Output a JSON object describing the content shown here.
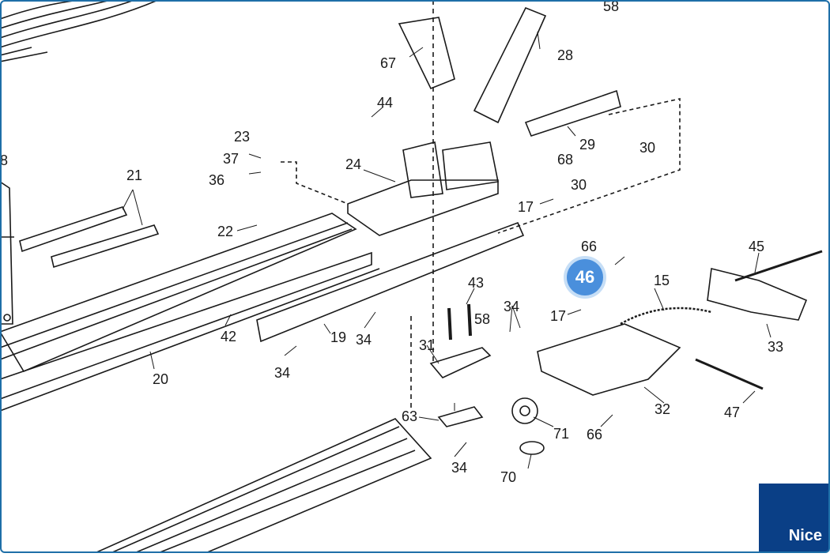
{
  "diagram": {
    "labels": [
      "58",
      "28",
      "67",
      "44",
      "29",
      "30",
      "23",
      "37",
      "24",
      "68",
      "30",
      "36",
      "21",
      "22",
      "17",
      "66",
      "45",
      "46",
      "15",
      "43",
      "34",
      "58",
      "17",
      "42",
      "19",
      "34",
      "31",
      "33",
      "34",
      "20",
      "63",
      "71",
      "32",
      "47",
      "66",
      "34",
      "70",
      "8"
    ],
    "callout": "46",
    "brand": "Nice"
  },
  "colors": {
    "frame": "#1e6fa8",
    "brand_bg": "#0a3f86",
    "callout_bg": "#4a8fdc"
  }
}
